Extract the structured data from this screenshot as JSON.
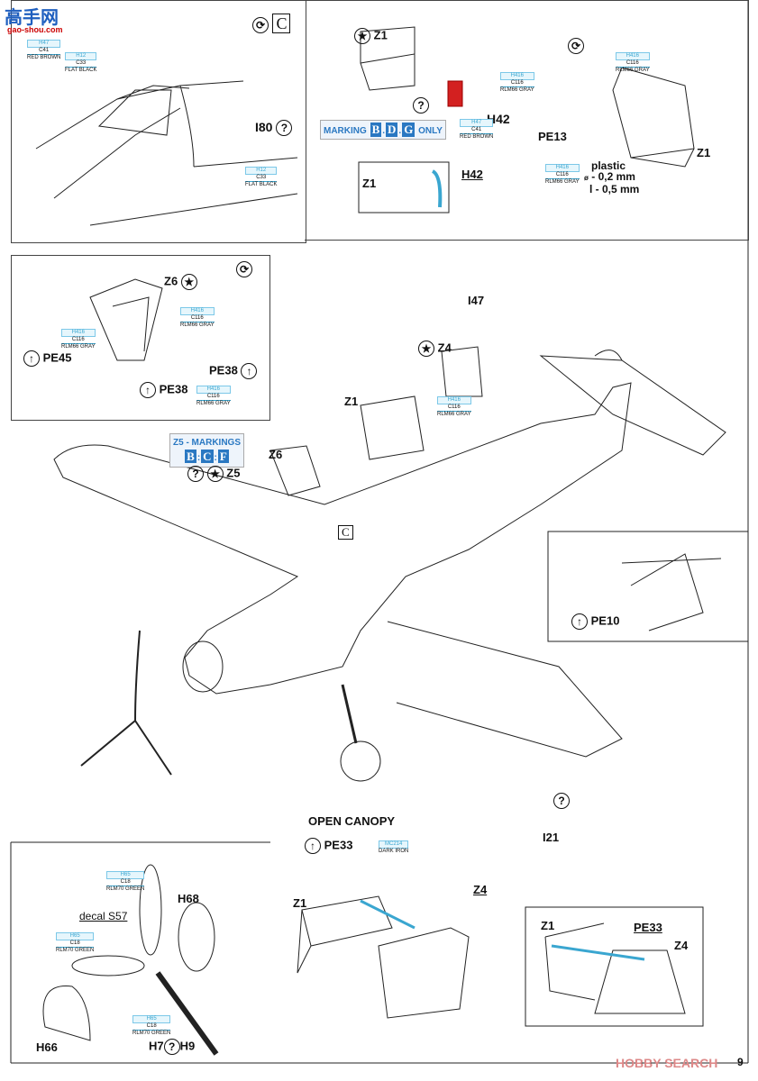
{
  "watermark_top": {
    "cn": "高手网",
    "url": "gao-shou.com"
  },
  "watermark_bottom": "HOBBY SEARCH",
  "page_number": "9",
  "symbols": {
    "rotate": "rotate-icon",
    "optional": "?",
    "star": "★",
    "pe_part": "photo-etch-icon"
  },
  "panel_cockpit": {
    "tag": "C",
    "part": "I80",
    "paints": [
      {
        "h": "H47",
        "c": "C41",
        "name": "RED BROWN"
      },
      {
        "h": "H12",
        "c": "C33",
        "name": "FLAT BLACK"
      },
      {
        "h": "H12",
        "c": "C33",
        "name": "FLAT BLACK"
      }
    ]
  },
  "panel_canopy_z1": {
    "part_z1": "Z1",
    "part_h42": "H42",
    "marking": {
      "label": "MARKING",
      "letters": [
        "B",
        "D",
        "G"
      ],
      "suffix": "ONLY"
    },
    "paints": [
      {
        "h": "H416",
        "c": "C116",
        "name": "RLM66 GRAY"
      },
      {
        "h": "H47",
        "c": "C41",
        "name": "RED BROWN"
      }
    ],
    "inset": {
      "z1": "Z1",
      "h42": "H42"
    }
  },
  "panel_canopy_z1_rear": {
    "part_pe13": "PE13",
    "part_z1": "Z1",
    "paints": [
      {
        "h": "H416",
        "c": "C116",
        "name": "RLM66 GRAY"
      },
      {
        "h": "H416",
        "c": "C116",
        "name": "RLM66 GRAY"
      }
    ],
    "plastic": {
      "title": "plastic",
      "diameter": "- 0,2 mm",
      "length": "l - 0,5 mm",
      "diameter_symbol": "ø"
    }
  },
  "panel_windscreen": {
    "part_z6": "Z6",
    "part_pe45": "PE45",
    "part_pe38a": "PE38",
    "part_pe38b": "PE38",
    "paints": [
      {
        "h": "H416",
        "c": "C116",
        "name": "RLM66 GRAY"
      },
      {
        "h": "H416",
        "c": "C116",
        "name": "RLM66 GRAY"
      },
      {
        "h": "H416",
        "c": "C116",
        "name": "RLM66 GRAY"
      }
    ]
  },
  "main_assembly": {
    "z5_markings": {
      "label": "Z5 - MARKINGS",
      "letters": [
        "B",
        "C",
        "F"
      ]
    },
    "part_z5": "Z5",
    "part_z6": "Z6",
    "part_z1": "Z1",
    "part_z4": "Z4",
    "part_i47": "I47",
    "part_i21": "I21",
    "tag_c": "C",
    "paint_z4": {
      "h": "H416",
      "c": "C116",
      "name": "RLM66 GRAY"
    }
  },
  "panel_tail": {
    "part": "PE10"
  },
  "panel_propeller": {
    "decal": "decal S57",
    "part_h68": "H68",
    "part_h66": "H66",
    "part_h7": "H7",
    "part_h9": "H9",
    "paints": [
      {
        "h": "H65",
        "c": "C18",
        "name": "RLM70 GREEN"
      },
      {
        "h": "H65",
        "c": "C18",
        "name": "RLM70 GREEN"
      },
      {
        "h": "H65",
        "c": "C18",
        "name": "RLM70 GREEN"
      }
    ]
  },
  "open_canopy": {
    "title": "OPEN CANOPY",
    "part_pe33": "PE33",
    "part_z1": "Z1",
    "part_z4": "Z4",
    "paint": {
      "h": "MC214",
      "name": "DARK IRON"
    },
    "inset": {
      "z1": "Z1",
      "pe33": "PE33",
      "z4": "Z4"
    }
  }
}
